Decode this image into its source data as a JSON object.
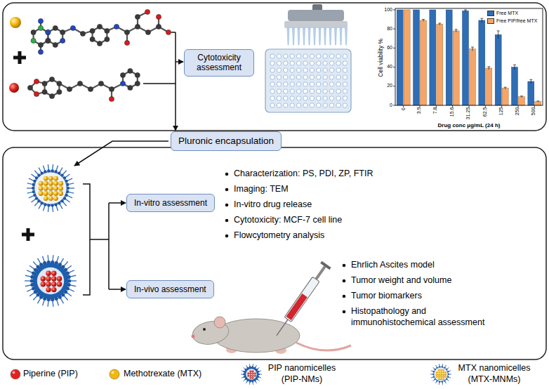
{
  "diagram": {
    "nodes": [
      {
        "text": [
          "Cytotoxicity assessment"
        ]
      },
      {
        "text": [
          "Pluronic encapsulation"
        ]
      },
      {
        "text": [
          "In-vitro assessment"
        ]
      },
      {
        "text": [
          "In-vivo assessment"
        ]
      }
    ],
    "labels": [
      "100",
      "80",
      "60",
      "40",
      "20",
      "0",
      "Cell viability %",
      "0",
      "3.9",
      "7.8",
      "15.6",
      "31.25",
      "62.5",
      "125",
      "250",
      "500",
      "Drug conc µg/mL (24 h)",
      "Characterization: PS, PDI, ZP, FTIR",
      "Imaging: TEM",
      "In-vitro drug release",
      "Cytotoxicity: MCF-7 cell line",
      "Flowcytometry analysis",
      "Ehrlich Ascites model",
      "Tumor weight and volume",
      "Tumor biomarkers",
      "Histopathology and immunohistochemical assessment"
    ],
    "legend": [
      {
        "text": "Free MTX",
        "color": "#2f6db5"
      },
      {
        "text": "Free PIP/free MTX",
        "color": "#f4a66a"
      },
      {
        "text": "Piperine (PIP)",
        "color": "#e3211c"
      },
      {
        "text": "Methotrexate (MTX)",
        "color": "#f5b70a"
      },
      {
        "text": "PIP nanomicelles (PIP-NMs)"
      },
      {
        "text": "MTX nanomicelles (MTX-MNMs)"
      }
    ]
  }
}
